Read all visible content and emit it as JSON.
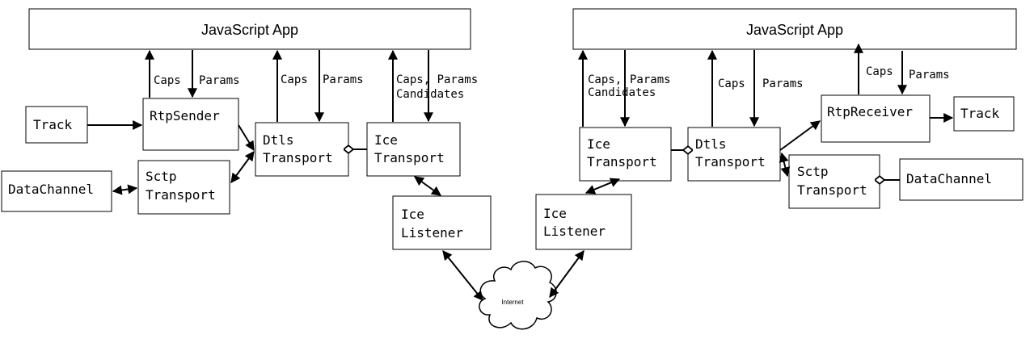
{
  "left": {
    "app": "JavaScript App",
    "track": "Track",
    "rtp_sender": "RtpSender",
    "datachannel": "DataChannel",
    "sctp": [
      "Sctp",
      "Transport"
    ],
    "dtls": [
      "Dtls",
      "Transport"
    ],
    "ice": [
      "Ice",
      "Transport"
    ],
    "ice_listener": [
      "Ice",
      "Listener"
    ],
    "lbl_caps_1": "Caps",
    "lbl_params_1": "Params",
    "lbl_caps_2": "Caps",
    "lbl_params_2": "Params",
    "lbl_caps_params_3": "Caps, Params",
    "lbl_candidates_3": "Candidates"
  },
  "right": {
    "app": "JavaScript App",
    "ice": [
      "Ice",
      "Transport"
    ],
    "dtls": [
      "Dtls",
      "Transport"
    ],
    "rtp_receiver": "RtpReceiver",
    "track": "Track",
    "sctp": [
      "Sctp",
      "Transport"
    ],
    "datachannel": "DataChannel",
    "ice_listener": [
      "Ice",
      "Listener"
    ],
    "lbl_caps_1": "Caps,",
    "lbl_params_1": "Params",
    "lbl_candidates_1": "Candidates",
    "lbl_caps_2": "Caps",
    "lbl_params_2": "Params",
    "lbl_caps_3": "Caps",
    "lbl_params_3": "Params"
  },
  "internet": "Internet"
}
